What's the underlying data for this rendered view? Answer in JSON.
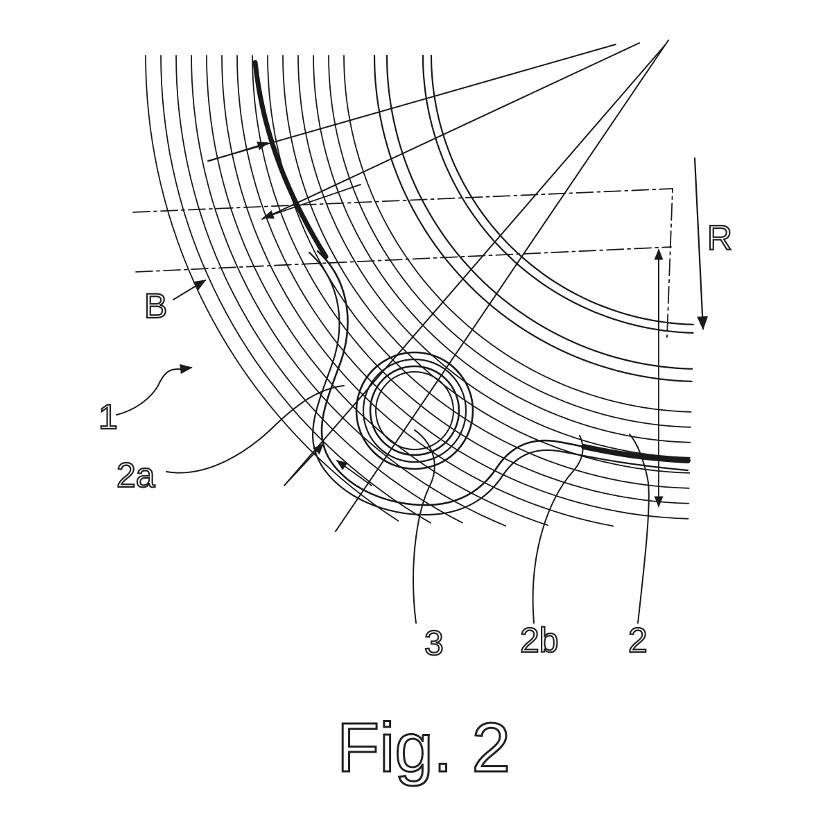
{
  "figure": {
    "caption": "Fig. 2",
    "labels": {
      "ref_1": "1",
      "ref_2a": "2a",
      "ref_3": "3",
      "ref_2b": "2b",
      "ref_2": "2",
      "ref_B": "B",
      "ref_R": "R"
    }
  },
  "colors": {
    "ink": "#1a1a1a",
    "background": "#ffffff"
  }
}
